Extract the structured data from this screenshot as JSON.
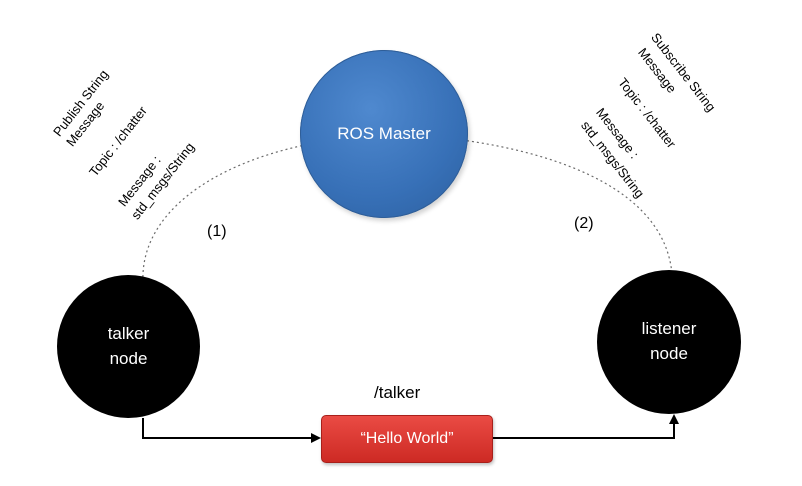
{
  "ros_master": {
    "label": "ROS Master",
    "color": "#3a74bc"
  },
  "talker": {
    "line1": "talker",
    "line2": "node",
    "color": "#000000"
  },
  "listener": {
    "line1": "listener",
    "line2": "node",
    "color": "#000000"
  },
  "message_box": {
    "text": "“Hello World”",
    "color": "#d9342e"
  },
  "topic_label": "/talker",
  "steps": {
    "one": "(1)",
    "two": "(2)"
  },
  "publish_annotation": {
    "line1": "Publish String",
    "line2": "Message",
    "topic": "Topic : /chatter",
    "message_line1": "Message :",
    "message_line2": "std_msgs/String"
  },
  "subscribe_annotation": {
    "line1": "Subscribe String",
    "line2": "Message",
    "topic": "Topic : /chatter",
    "message_line1": "Message :",
    "message_line2": "std_msgs/String"
  }
}
